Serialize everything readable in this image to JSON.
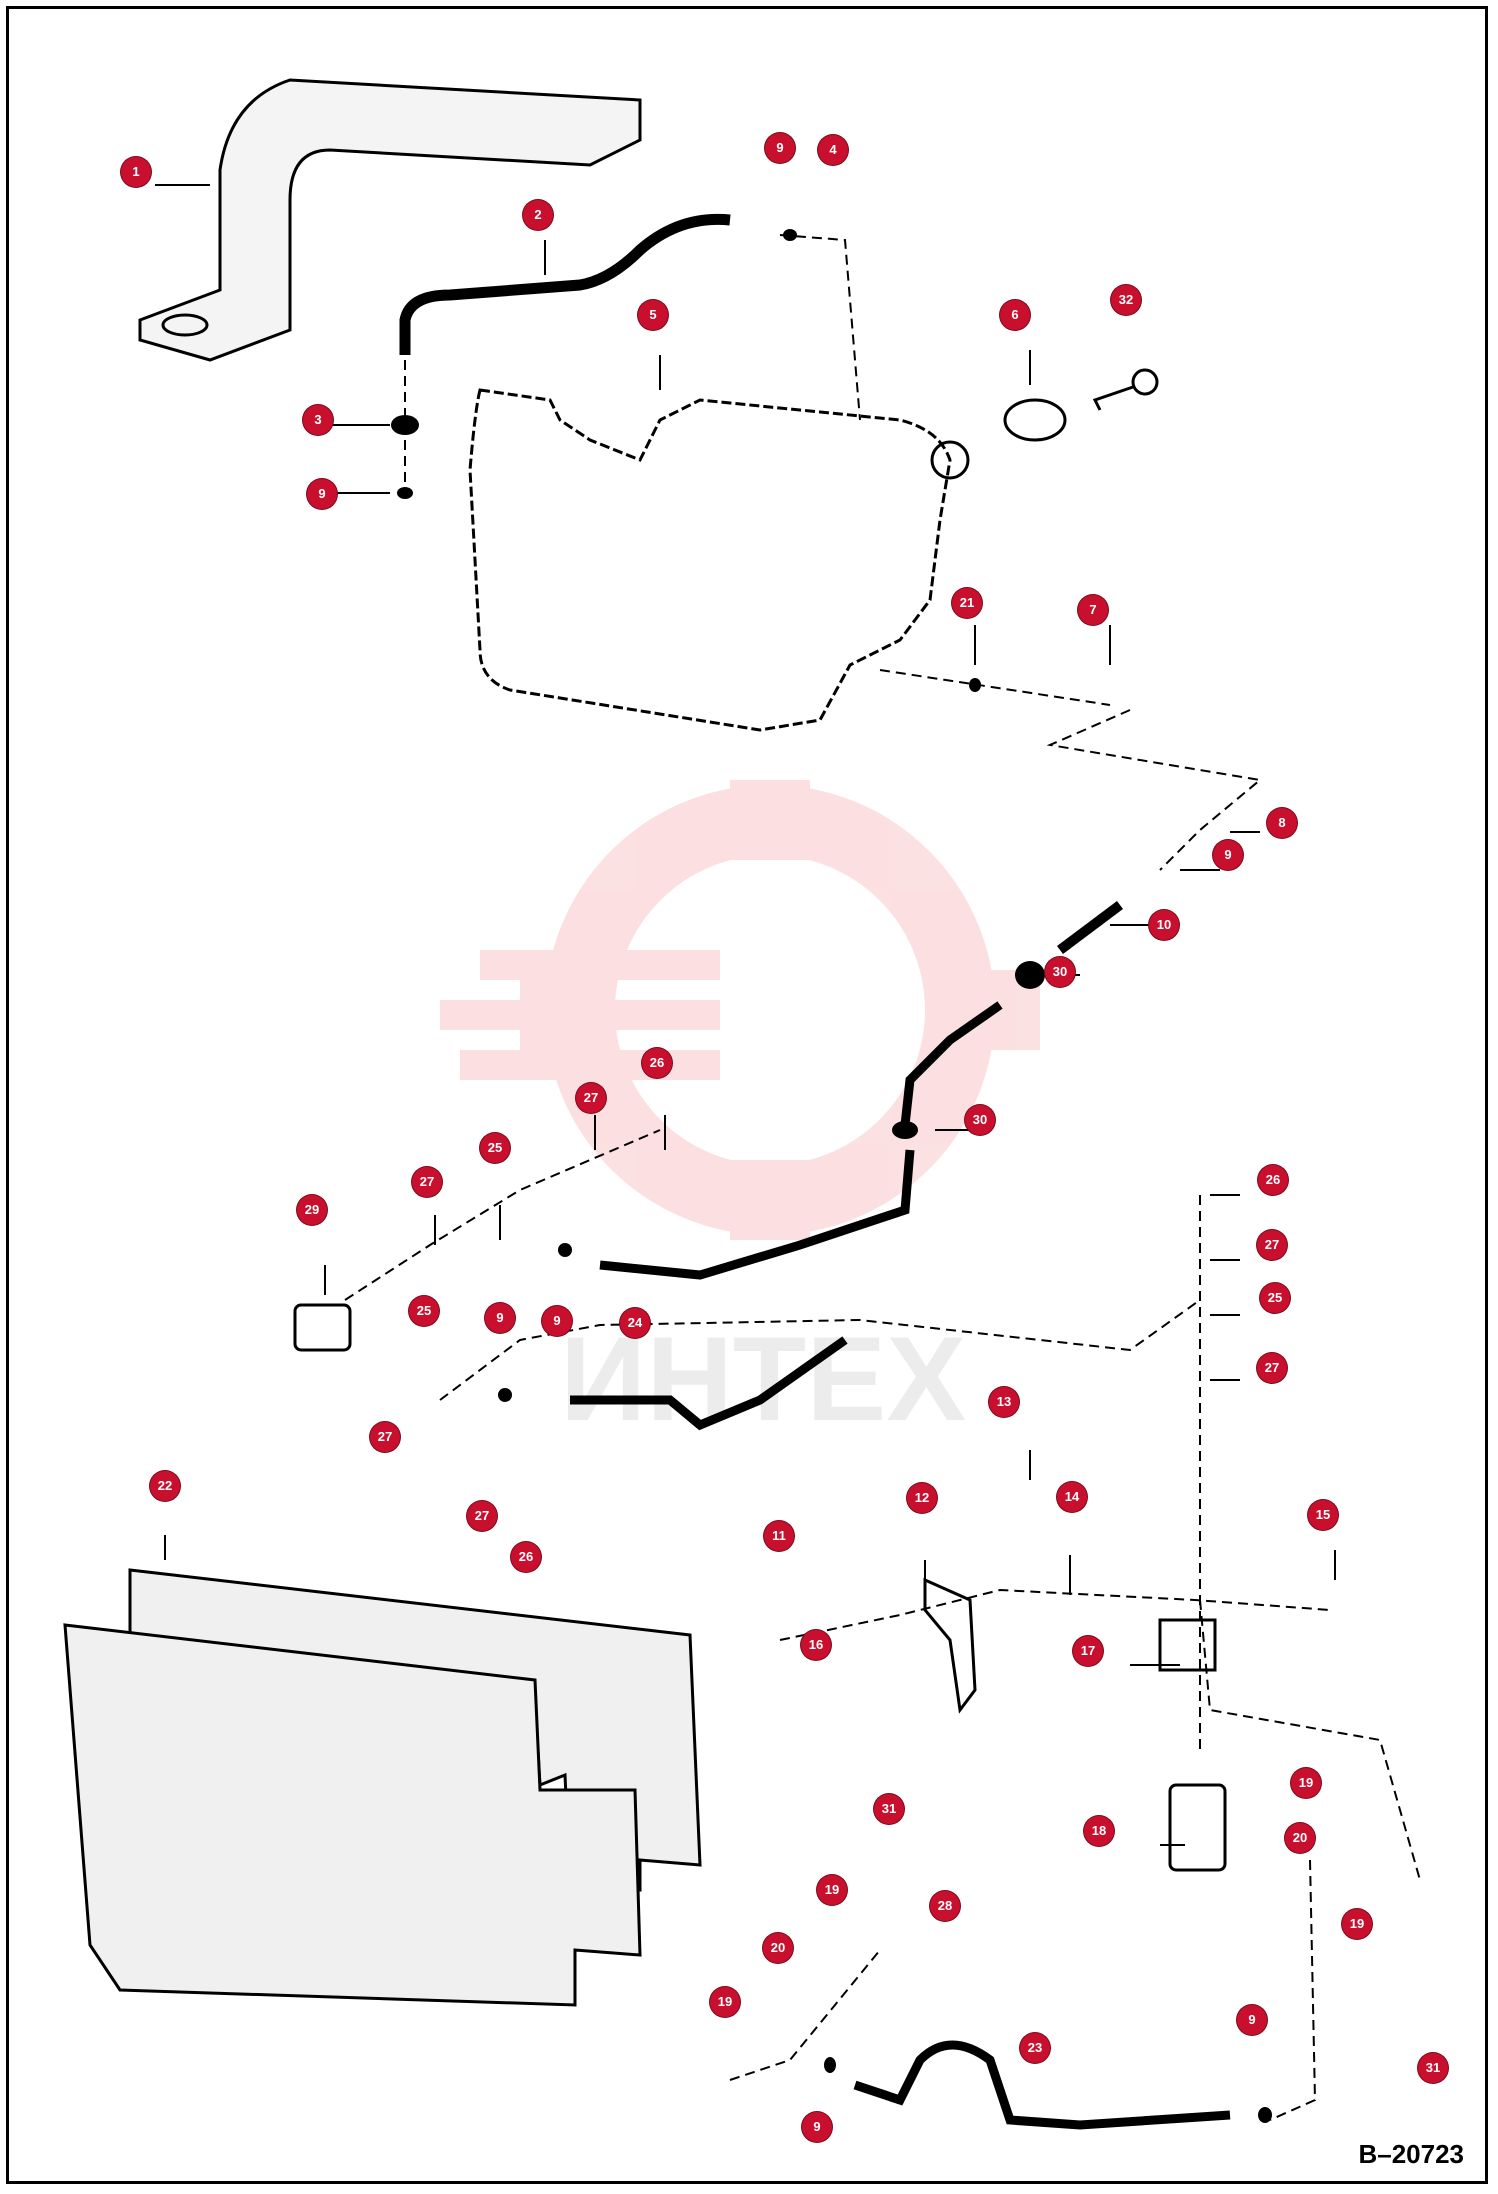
{
  "drawing_ref": "B–20723",
  "watermark_text": "ИНТЕХ",
  "colors": {
    "callout": "#c8102e",
    "line": "#000000",
    "watermark": "#e8141e"
  },
  "callouts": [
    {
      "label": "1"
    },
    {
      "label": "2"
    },
    {
      "label": "9"
    },
    {
      "label": "4"
    },
    {
      "label": "3"
    },
    {
      "label": "9"
    },
    {
      "label": "5"
    },
    {
      "label": "6"
    },
    {
      "label": "32"
    },
    {
      "label": "21"
    },
    {
      "label": "7"
    },
    {
      "label": "8"
    },
    {
      "label": "9"
    },
    {
      "label": "10"
    },
    {
      "label": "30"
    },
    {
      "label": "30"
    },
    {
      "label": "26"
    },
    {
      "label": "27"
    },
    {
      "label": "25"
    },
    {
      "label": "27"
    },
    {
      "label": "29"
    },
    {
      "label": "9"
    },
    {
      "label": "25"
    },
    {
      "label": "9"
    },
    {
      "label": "24"
    },
    {
      "label": "27"
    },
    {
      "label": "27"
    },
    {
      "label": "26"
    },
    {
      "label": "26"
    },
    {
      "label": "27"
    },
    {
      "label": "25"
    },
    {
      "label": "27"
    },
    {
      "label": "22"
    },
    {
      "label": "13"
    },
    {
      "label": "12"
    },
    {
      "label": "14"
    },
    {
      "label": "11"
    },
    {
      "label": "16"
    },
    {
      "label": "17"
    },
    {
      "label": "15"
    },
    {
      "label": "19"
    },
    {
      "label": "18"
    },
    {
      "label": "20"
    },
    {
      "label": "19"
    },
    {
      "label": "31"
    },
    {
      "label": "19"
    },
    {
      "label": "28"
    },
    {
      "label": "20"
    },
    {
      "label": "19"
    },
    {
      "label": "23"
    },
    {
      "label": "9"
    },
    {
      "label": "9"
    },
    {
      "label": "31"
    }
  ]
}
